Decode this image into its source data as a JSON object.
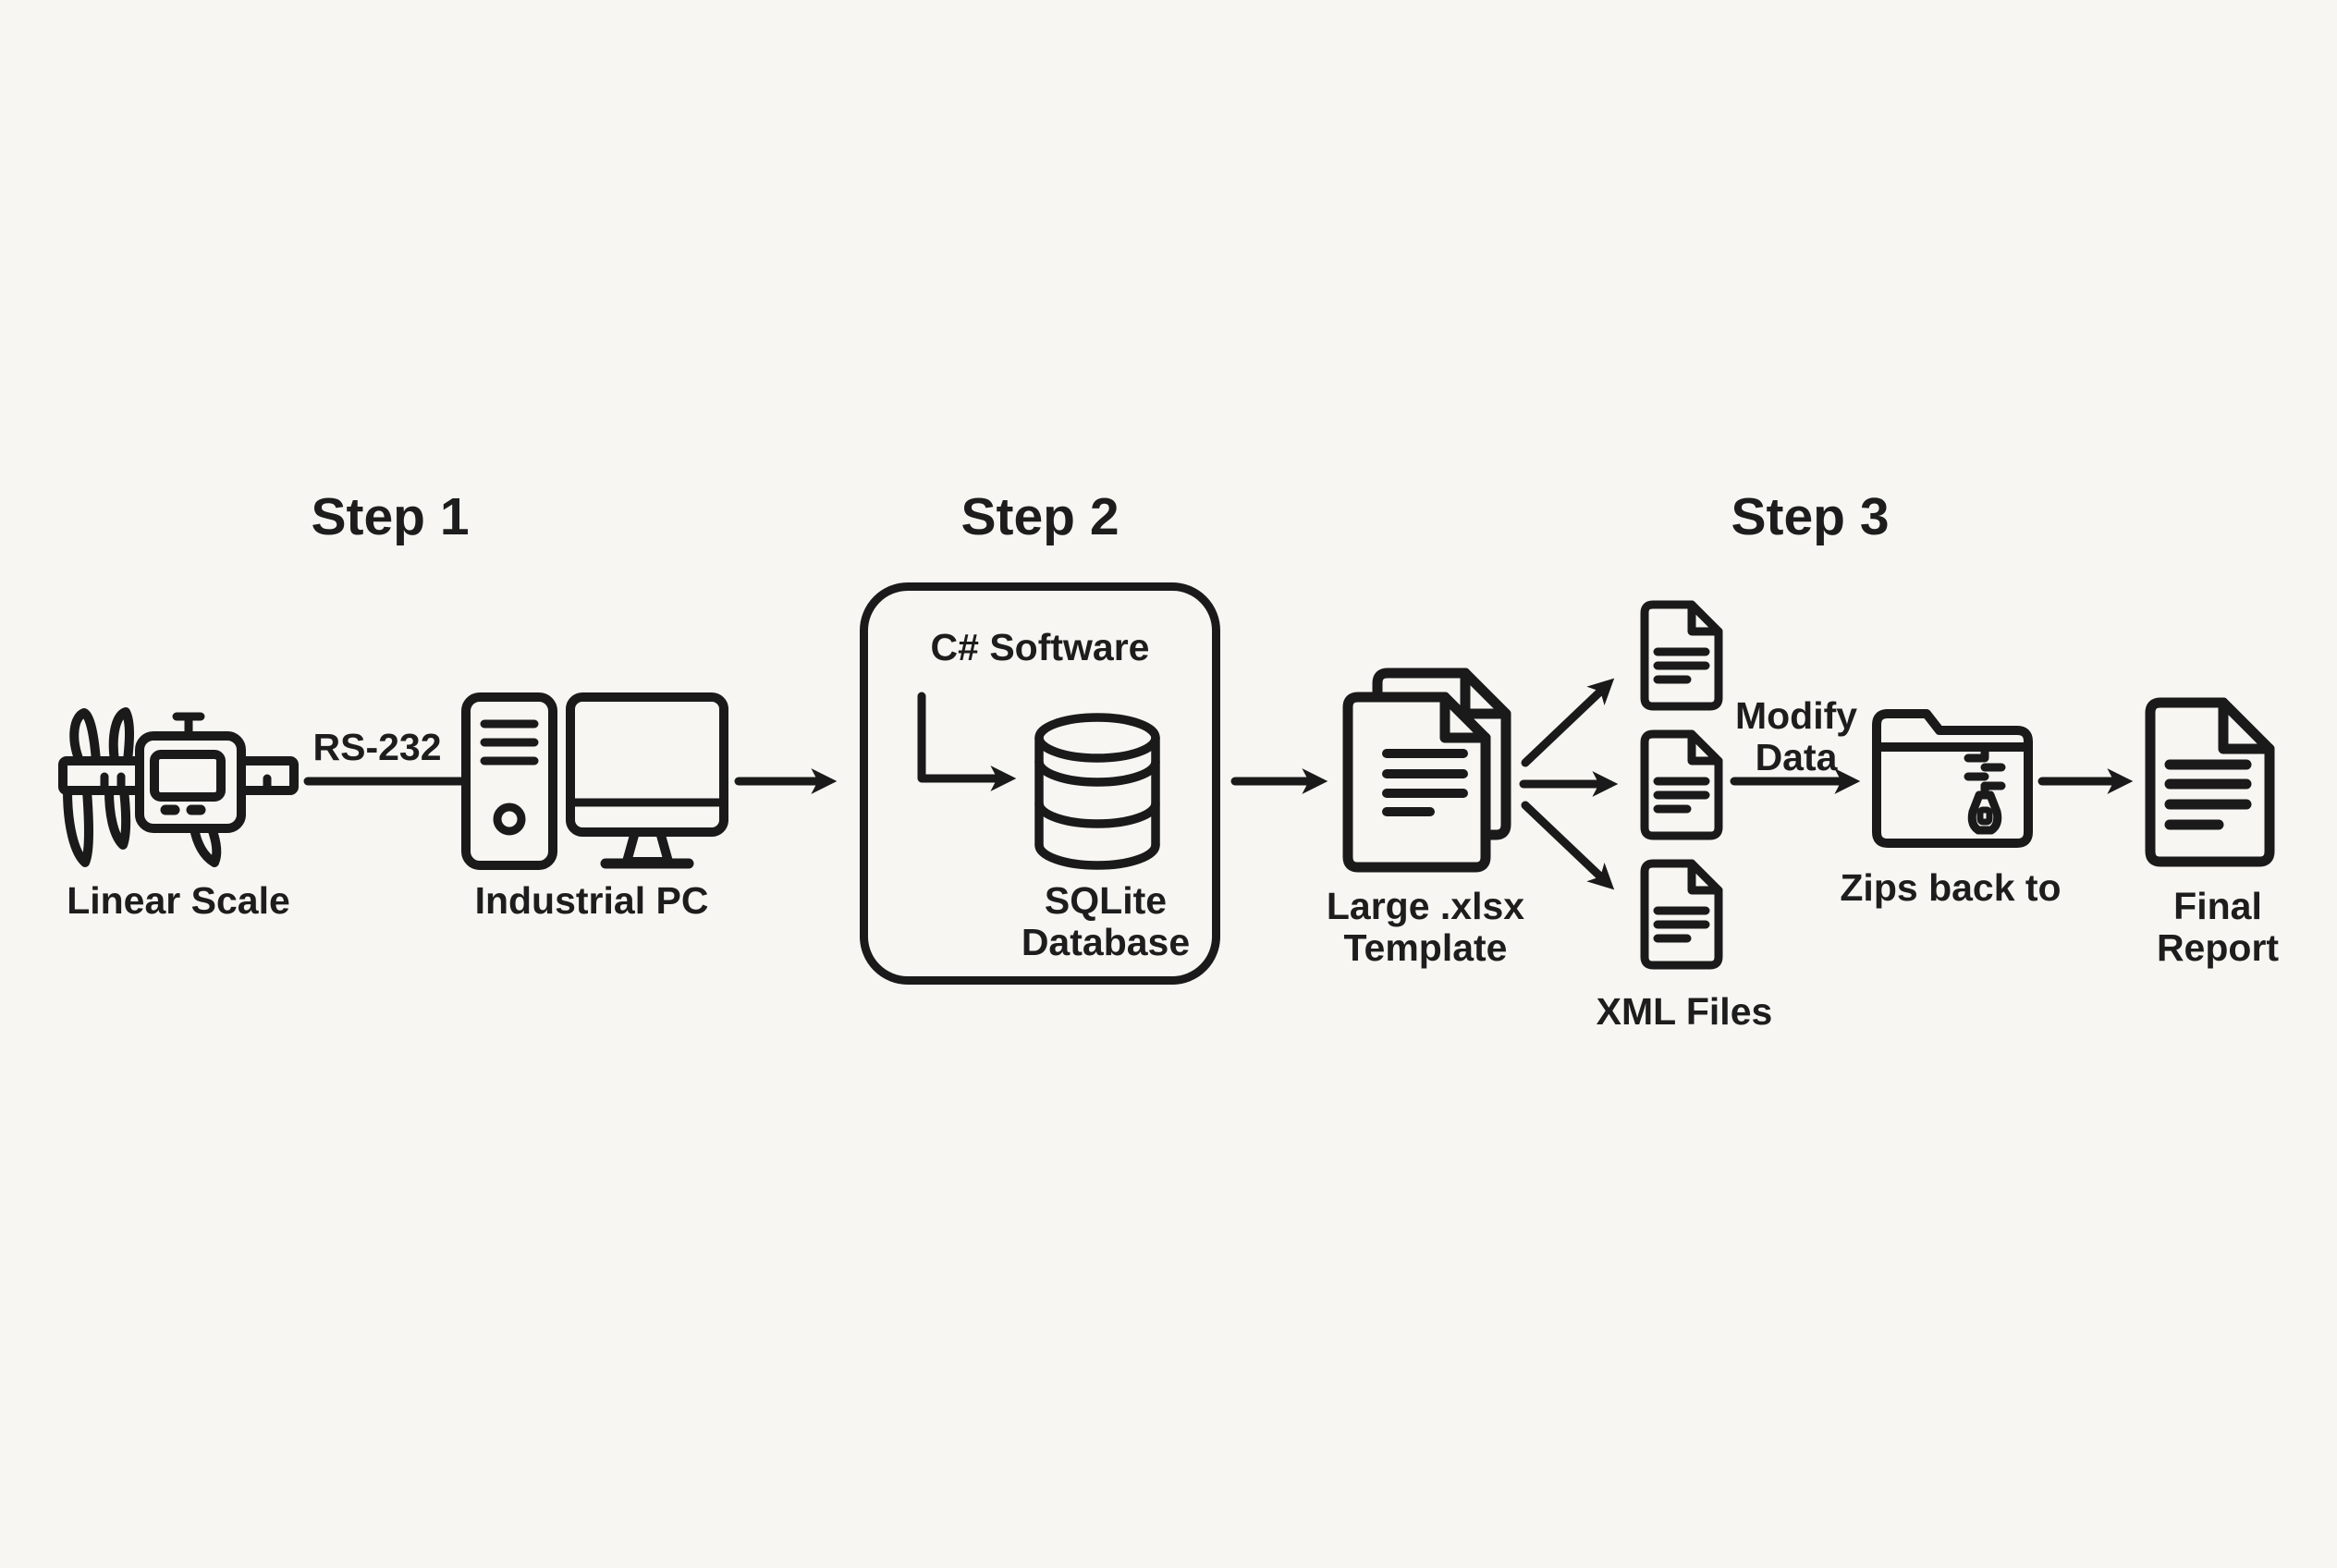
{
  "canvas": {
    "background_color": "#f7f6f2",
    "ink_color": "#1a1a1a",
    "text_color": "#1d1d1d"
  },
  "step_labels": {
    "step1": "Step 1",
    "step2": "Step 2",
    "step3": "Step 3"
  },
  "step1": {
    "linear_scale_label": "Linear Scale",
    "rs232_label": "RS-232",
    "industrial_pc_label": "Industrial PC"
  },
  "step2": {
    "box_title": "C# Software",
    "db_line1": "SQLite",
    "db_line2": "Database"
  },
  "step3": {
    "xlsx_line1": "Large .xlsx",
    "xlsx_line2": "Template",
    "xml_files_label": "XML Files",
    "modify_line1": "Modify",
    "modify_line2": "Data",
    "zip_label": "Zips back to",
    "report_line1": "Final",
    "report_line2": "Report"
  },
  "icons": {
    "caliper": "caliper-icon",
    "industrial_pc": "industrial-pc-icon",
    "l_arrow": "l-arrow-icon",
    "database": "database-cylinder-icon",
    "documents_stack": "documents-stack-icon",
    "xml_file": "xml-file-icon",
    "fan_arrows": "fan-arrows-icon",
    "zip_folder": "zip-folder-icon",
    "report": "report-document-icon",
    "arrow": "arrow-right-icon",
    "connector_line": "rs232-line"
  }
}
